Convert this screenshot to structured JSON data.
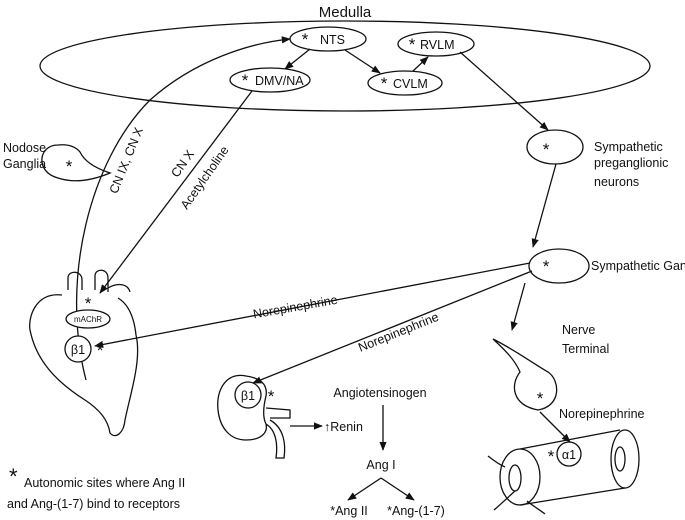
{
  "title": "Medulla",
  "nodes": {
    "nts": "NTS",
    "rvlm": "RVLM",
    "dmv": "DMV/NA",
    "cvlm": "CVLM",
    "preganglionic": [
      "Sympathetic",
      "preganglionic",
      "neurons"
    ],
    "ganglia": "Sympathetic Ganglia",
    "nodose": [
      "Nodose",
      "Ganglia"
    ],
    "nerve_terminal": [
      "Nerve",
      "Terminal"
    ],
    "machr": "mAChR",
    "beta1_heart": "β1",
    "beta1_kidney": "β1",
    "alpha1": "α1"
  },
  "edge_labels": {
    "cn_ix_x": "CN IX, CN X",
    "cn_x": "CN X",
    "acetylcholine": "Acetylcholine",
    "ne_heart": "Norepinephrine",
    "ne_kidney": "Norepinephrine",
    "ne_vessel": "Norepinephrine"
  },
  "ras": {
    "angiotensinogen": "Angiotensinogen",
    "renin": "↑Renin",
    "ang1": "Ang I",
    "ang2": "*Ang II",
    "ang17": "*Ang-(1-7)"
  },
  "asterisk": "*",
  "legend": {
    "symbol": "*",
    "line1": "Autonomic sites where Ang II",
    "line2": "and Ang-(1-7) bind to receptors"
  }
}
